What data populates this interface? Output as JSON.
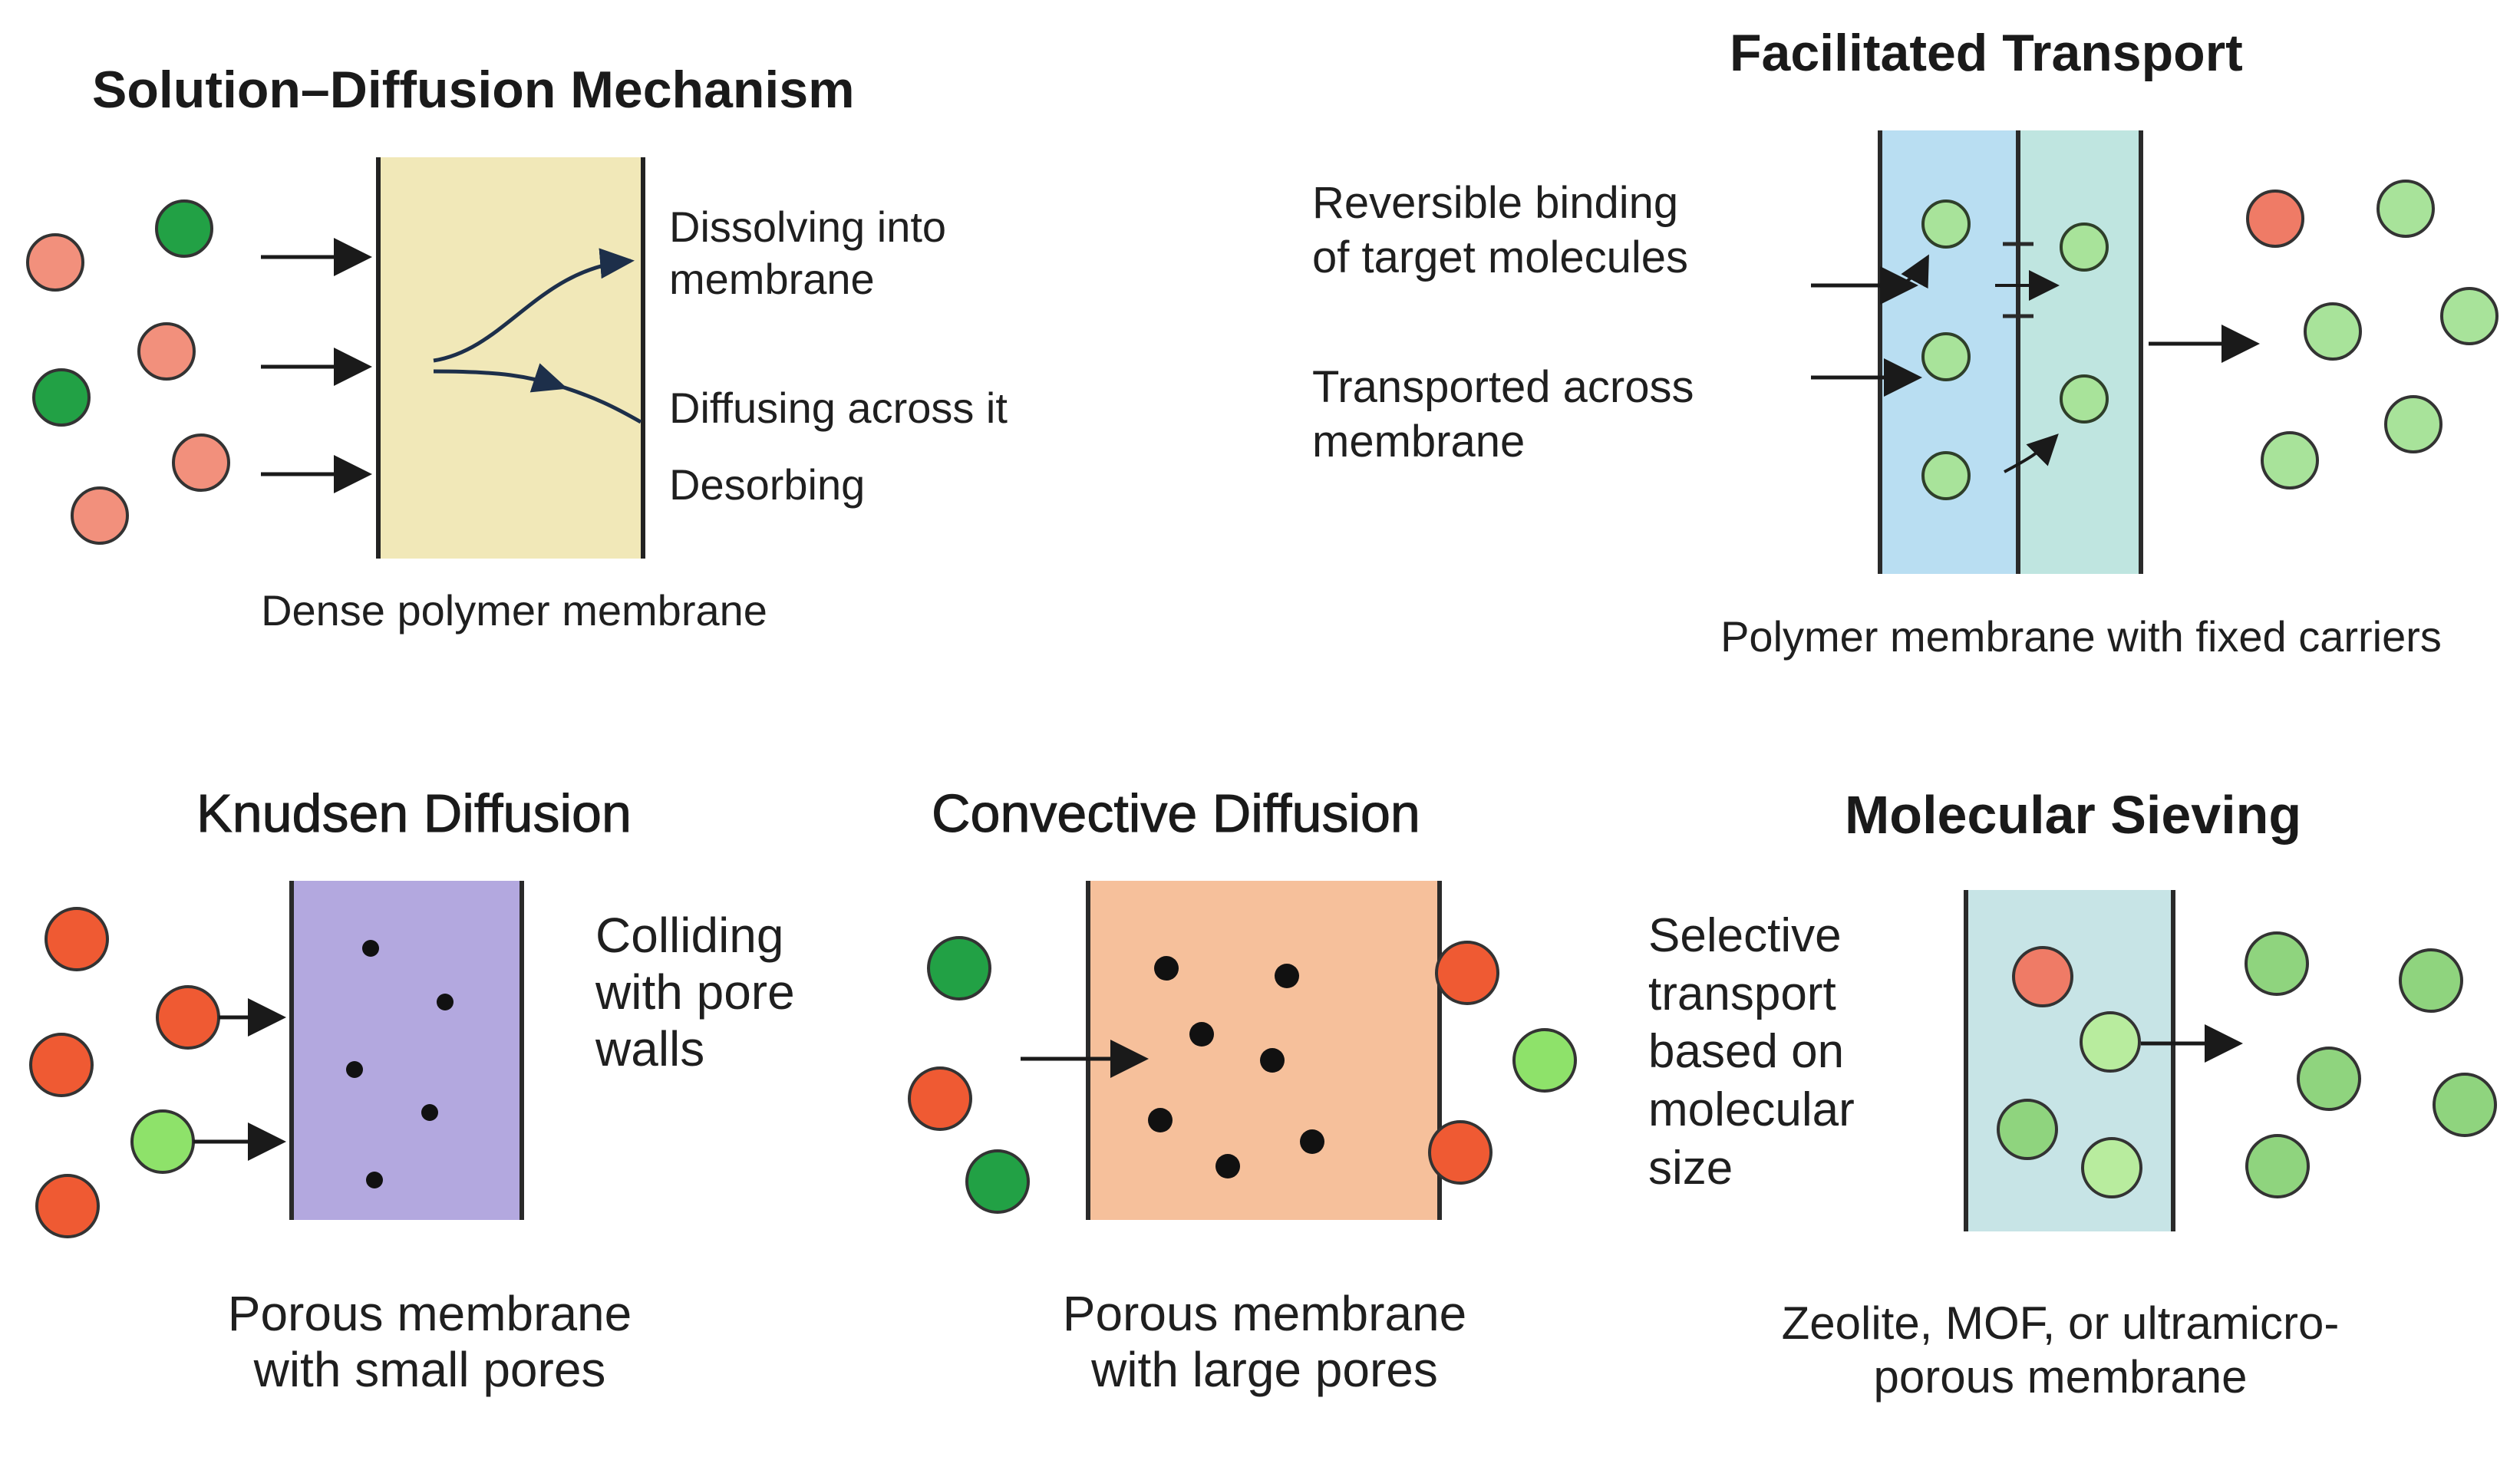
{
  "colors": {
    "salmon": "#f2907c",
    "dark_green": "#22a145",
    "light_green": "#8fd47e",
    "orange_red": "#ef5a33",
    "bright_green": "#8ee26a",
    "cream": "#f1e8b8",
    "blue": "#b9def2",
    "teal": "#bfe5e0",
    "purple": "#b3a8df",
    "peach": "#f6c09b",
    "sieve_blue": "#c7e4e6"
  },
  "panels": {
    "solution_diffusion": {
      "title": "Solution–Diffusion Mechanism",
      "steps": [
        "Dissolving into",
        "membrane",
        "Diffusing across it",
        "Desorbing"
      ],
      "caption": "Dense polymer membrane"
    },
    "facilitated": {
      "title": "Facilitated Transport",
      "label1": [
        "Reversible binding",
        "of target molecules"
      ],
      "label2": [
        "Transported across",
        "membrane"
      ],
      "caption": "Polymer membrane with fixed carriers"
    },
    "knudsen": {
      "title": "Knudsen Diffusion",
      "label": [
        "Colliding",
        "with pore",
        "walls"
      ],
      "caption": [
        "Porous membrane",
        "with small pores"
      ]
    },
    "convective": {
      "title": "Convective Diffusion",
      "caption": [
        "Porous membrane",
        "with large pores"
      ]
    },
    "sieving": {
      "title": "Molecular Sieving",
      "label": [
        "Selective",
        "transport",
        "based on",
        "molecular",
        "size"
      ],
      "caption": [
        "Zeolite, MOF, or ultramicro-",
        "porous membrane"
      ]
    }
  }
}
